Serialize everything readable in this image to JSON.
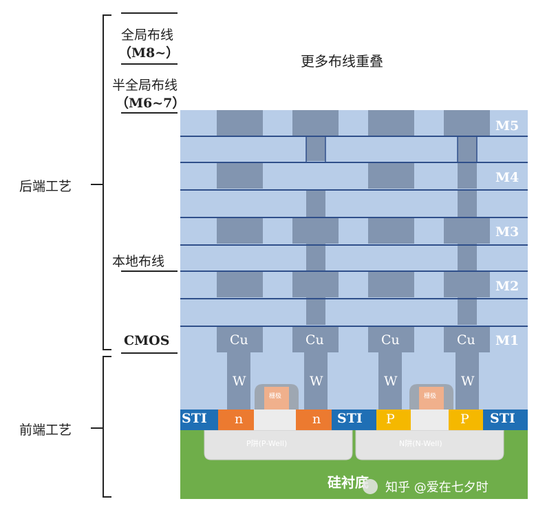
{
  "title": "更多布线重叠",
  "left_labels": {
    "global_wiring": "全局布线",
    "global_wiring_layers": "（M8~）",
    "semi_global_wiring": "半全局布线",
    "semi_global_wiring_layers": "（M6~7）",
    "back_end": "后端工艺",
    "local_wiring": "本地布线",
    "cmos": "CMOS",
    "front_end": "前端工艺"
  },
  "metal_layers": [
    "M5",
    "M4",
    "M3",
    "M2",
    "M1"
  ],
  "contact_metal": "Cu",
  "tungsten_plug": "W",
  "gate_label": "栅极",
  "isolation": "STI",
  "doping": {
    "n": "n",
    "p": "P"
  },
  "wells": {
    "p_well": "P阱(P-Well)",
    "n_well": "N阱(N-Well)"
  },
  "substrate": "硅衬底",
  "watermark": "知乎 @爱在七夕时",
  "colors": {
    "dielectric": "#b8cde8",
    "metal_dark": "#8295b0",
    "layer_line": "#2f4f8a",
    "sti_blue": "#1f6fb5",
    "n_orange": "#ec7a30",
    "p_yellow": "#f5b800",
    "substrate_green": "#6fae4a",
    "well_gray": "#e4e4e4",
    "gate_salmon": "#f0b08c"
  }
}
